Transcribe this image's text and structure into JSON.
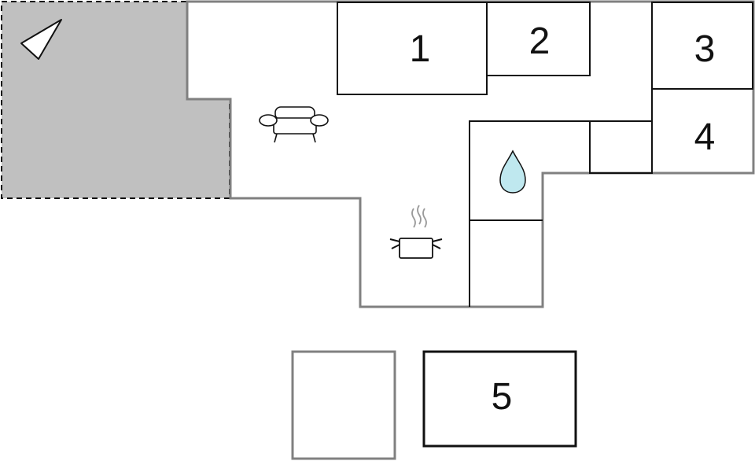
{
  "colors": {
    "background": "#ffffff",
    "outer_wall": "#808080",
    "inner_wall": "#111111",
    "terrace_fill": "#c0c0c0",
    "water_drop": "#bfe8ef"
  },
  "plan": {
    "rooms": [
      {
        "label": "1"
      },
      {
        "label": "2"
      },
      {
        "label": "3"
      },
      {
        "label": "4"
      },
      {
        "label": "5"
      }
    ],
    "icons": [
      {
        "name": "north-arrow-icon"
      },
      {
        "name": "sofa-icon"
      },
      {
        "name": "water-drop-icon"
      },
      {
        "name": "cooking-pot-icon"
      }
    ]
  }
}
